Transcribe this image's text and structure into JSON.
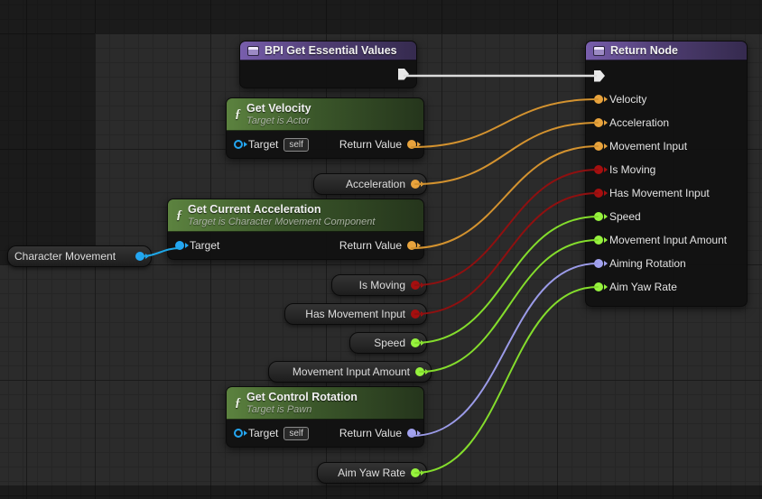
{
  "graph": {
    "background": "#2b2b2b",
    "pin_colors": {
      "exec": "#e8e8e8",
      "vector": "#e8a33d",
      "bool": "#a50f0f",
      "float": "#96f23e",
      "rotator": "#a2a2ef",
      "object": "#24a6f1"
    },
    "header_colors": {
      "function_green": "#4f7a3f",
      "terminal_purple": "#6d55a3"
    }
  },
  "nodes": {
    "bpi_get_essential_values": {
      "title": "BPI Get Essential Values"
    },
    "return_node": {
      "title": "Return Node",
      "pins": [
        {
          "label": "Velocity",
          "type": "vector"
        },
        {
          "label": "Acceleration",
          "type": "vector"
        },
        {
          "label": "Movement Input",
          "type": "vector"
        },
        {
          "label": "Is Moving",
          "type": "bool"
        },
        {
          "label": "Has Movement Input",
          "type": "bool"
        },
        {
          "label": "Speed",
          "type": "float"
        },
        {
          "label": "Movement Input Amount",
          "type": "float"
        },
        {
          "label": "Aiming Rotation",
          "type": "rotator"
        },
        {
          "label": "Aim Yaw Rate",
          "type": "float"
        }
      ]
    },
    "get_velocity": {
      "glyph": "ƒ",
      "title": "Get Velocity",
      "subtitle": "Target is Actor",
      "target_label": "Target",
      "self_value": "self",
      "return_label": "Return Value"
    },
    "get_current_acceleration": {
      "glyph": "ƒ",
      "title": "Get Current Acceleration",
      "subtitle": "Target is Character Movement Component",
      "target_label": "Target",
      "return_label": "Return Value"
    },
    "get_control_rotation": {
      "glyph": "ƒ",
      "title": "Get Control Rotation",
      "subtitle": "Target is Pawn",
      "target_label": "Target",
      "self_value": "self",
      "return_label": "Return Value"
    },
    "character_movement": {
      "label": "Character Movement",
      "type": "object"
    },
    "pills": [
      {
        "label": "Acceleration",
        "type": "vector"
      },
      {
        "label": "Is Moving",
        "type": "bool"
      },
      {
        "label": "Has Movement Input",
        "type": "bool"
      },
      {
        "label": "Speed",
        "type": "float"
      },
      {
        "label": "Movement Input Amount",
        "type": "float"
      },
      {
        "label": "Aim Yaw Rate",
        "type": "float"
      }
    ]
  },
  "wires": [
    {
      "from": "BPI Get Essential Values.exec",
      "to": "Return Node.exec",
      "type": "exec"
    },
    {
      "from": "Get Velocity.Return Value",
      "to": "Return Node.Velocity",
      "type": "vector"
    },
    {
      "from": "Acceleration",
      "to": "Return Node.Acceleration",
      "type": "vector"
    },
    {
      "from": "Get Current Acceleration.Return Value",
      "to": "Return Node.Movement Input",
      "type": "vector"
    },
    {
      "from": "Is Moving",
      "to": "Return Node.Is Moving",
      "type": "bool"
    },
    {
      "from": "Has Movement Input",
      "to": "Return Node.Has Movement Input",
      "type": "bool"
    },
    {
      "from": "Speed",
      "to": "Return Node.Speed",
      "type": "float"
    },
    {
      "from": "Movement Input Amount",
      "to": "Return Node.Movement Input Amount",
      "type": "float"
    },
    {
      "from": "Get Control Rotation.Return Value",
      "to": "Return Node.Aiming Rotation",
      "type": "rotator"
    },
    {
      "from": "Aim Yaw Rate",
      "to": "Return Node.Aim Yaw Rate",
      "type": "float"
    },
    {
      "from": "Character Movement",
      "to": "Get Current Acceleration.Target",
      "type": "object"
    }
  ]
}
